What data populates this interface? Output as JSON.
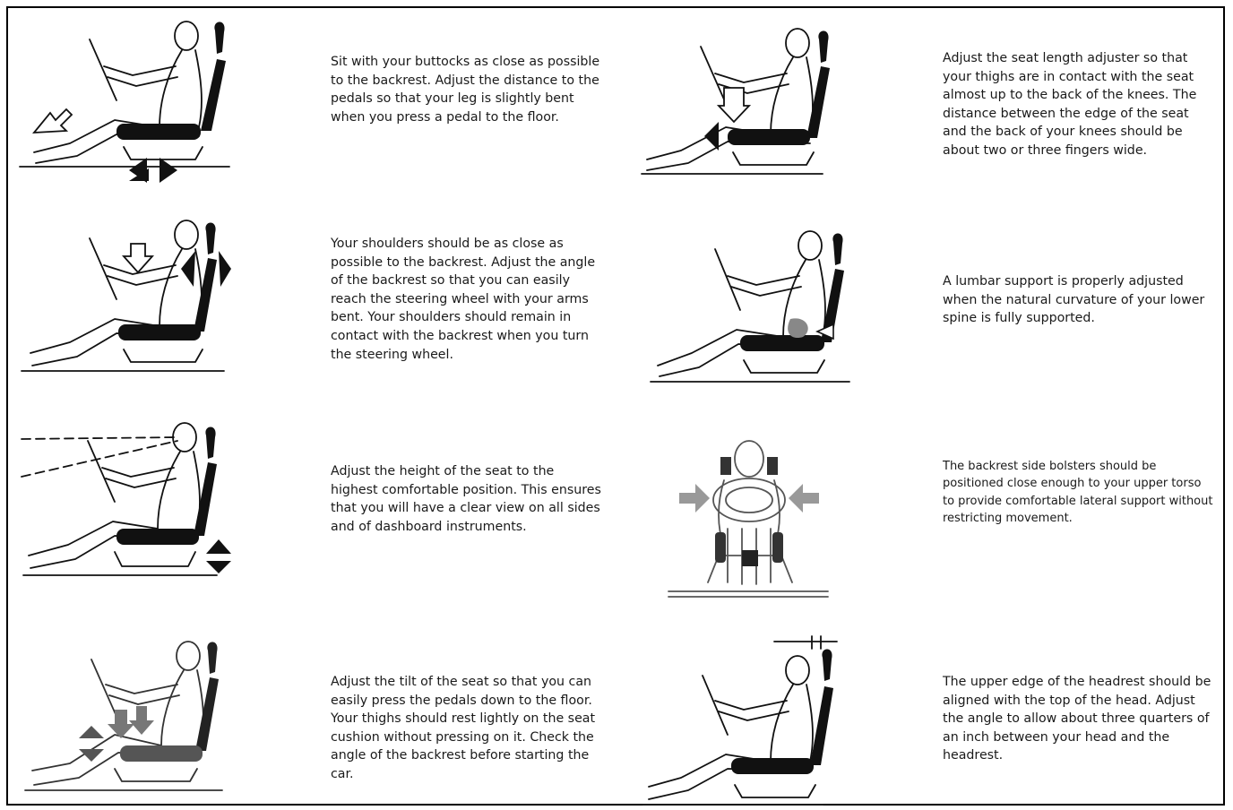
{
  "items": [
    {
      "text": "Sit with your buttocks as close as possible to the backrest.  Adjust the distance to the pedals so that your leg is slightly bent when you press a pedal to the floor.",
      "figure": "seat-distance-icon"
    },
    {
      "text": "Your shoulders should be as close as possible to the backrest.  Adjust the angle of the backrest so that you can easily reach the steering wheel with your arms bent.  Your shoulders should remain in contact with the backrest when you turn the steering wheel.",
      "figure": "backrest-angle-icon"
    },
    {
      "text": "Adjust the height of the seat to the highest comfortable position.  This ensures that you will have a clear view on all sides and of dashboard instruments.",
      "figure": "seat-height-icon"
    },
    {
      "text": "Adjust the tilt of the seat so that you can easily press the pedals down to the floor.  Your thighs should rest lightly on the seat cushion without pressing on it.  Check the angle of the backrest before starting the car.",
      "figure": "seat-tilt-icon"
    },
    {
      "text": "Adjust the seat length adjuster so that your thighs are in contact with the seat almost up to the back of the knees.  The distance between the edge of the seat and the back of your knees should be about two or three fingers wide.",
      "figure": "seat-length-icon"
    },
    {
      "text": "A lumbar support is properly adjusted when the natural curvature of your lower spine is fully supported.",
      "figure": "lumbar-support-icon"
    },
    {
      "text": "The backrest side bolsters should be positioned close enough to your upper torso to provide comfortable lateral support without restricting movement.",
      "figure": "side-bolster-icon"
    },
    {
      "text": "The upper edge of the headrest should be aligned with the top of the head. Adjust the angle to allow about three quarters of an inch between your head and the headrest.",
      "figure": "headrest-icon"
    }
  ]
}
